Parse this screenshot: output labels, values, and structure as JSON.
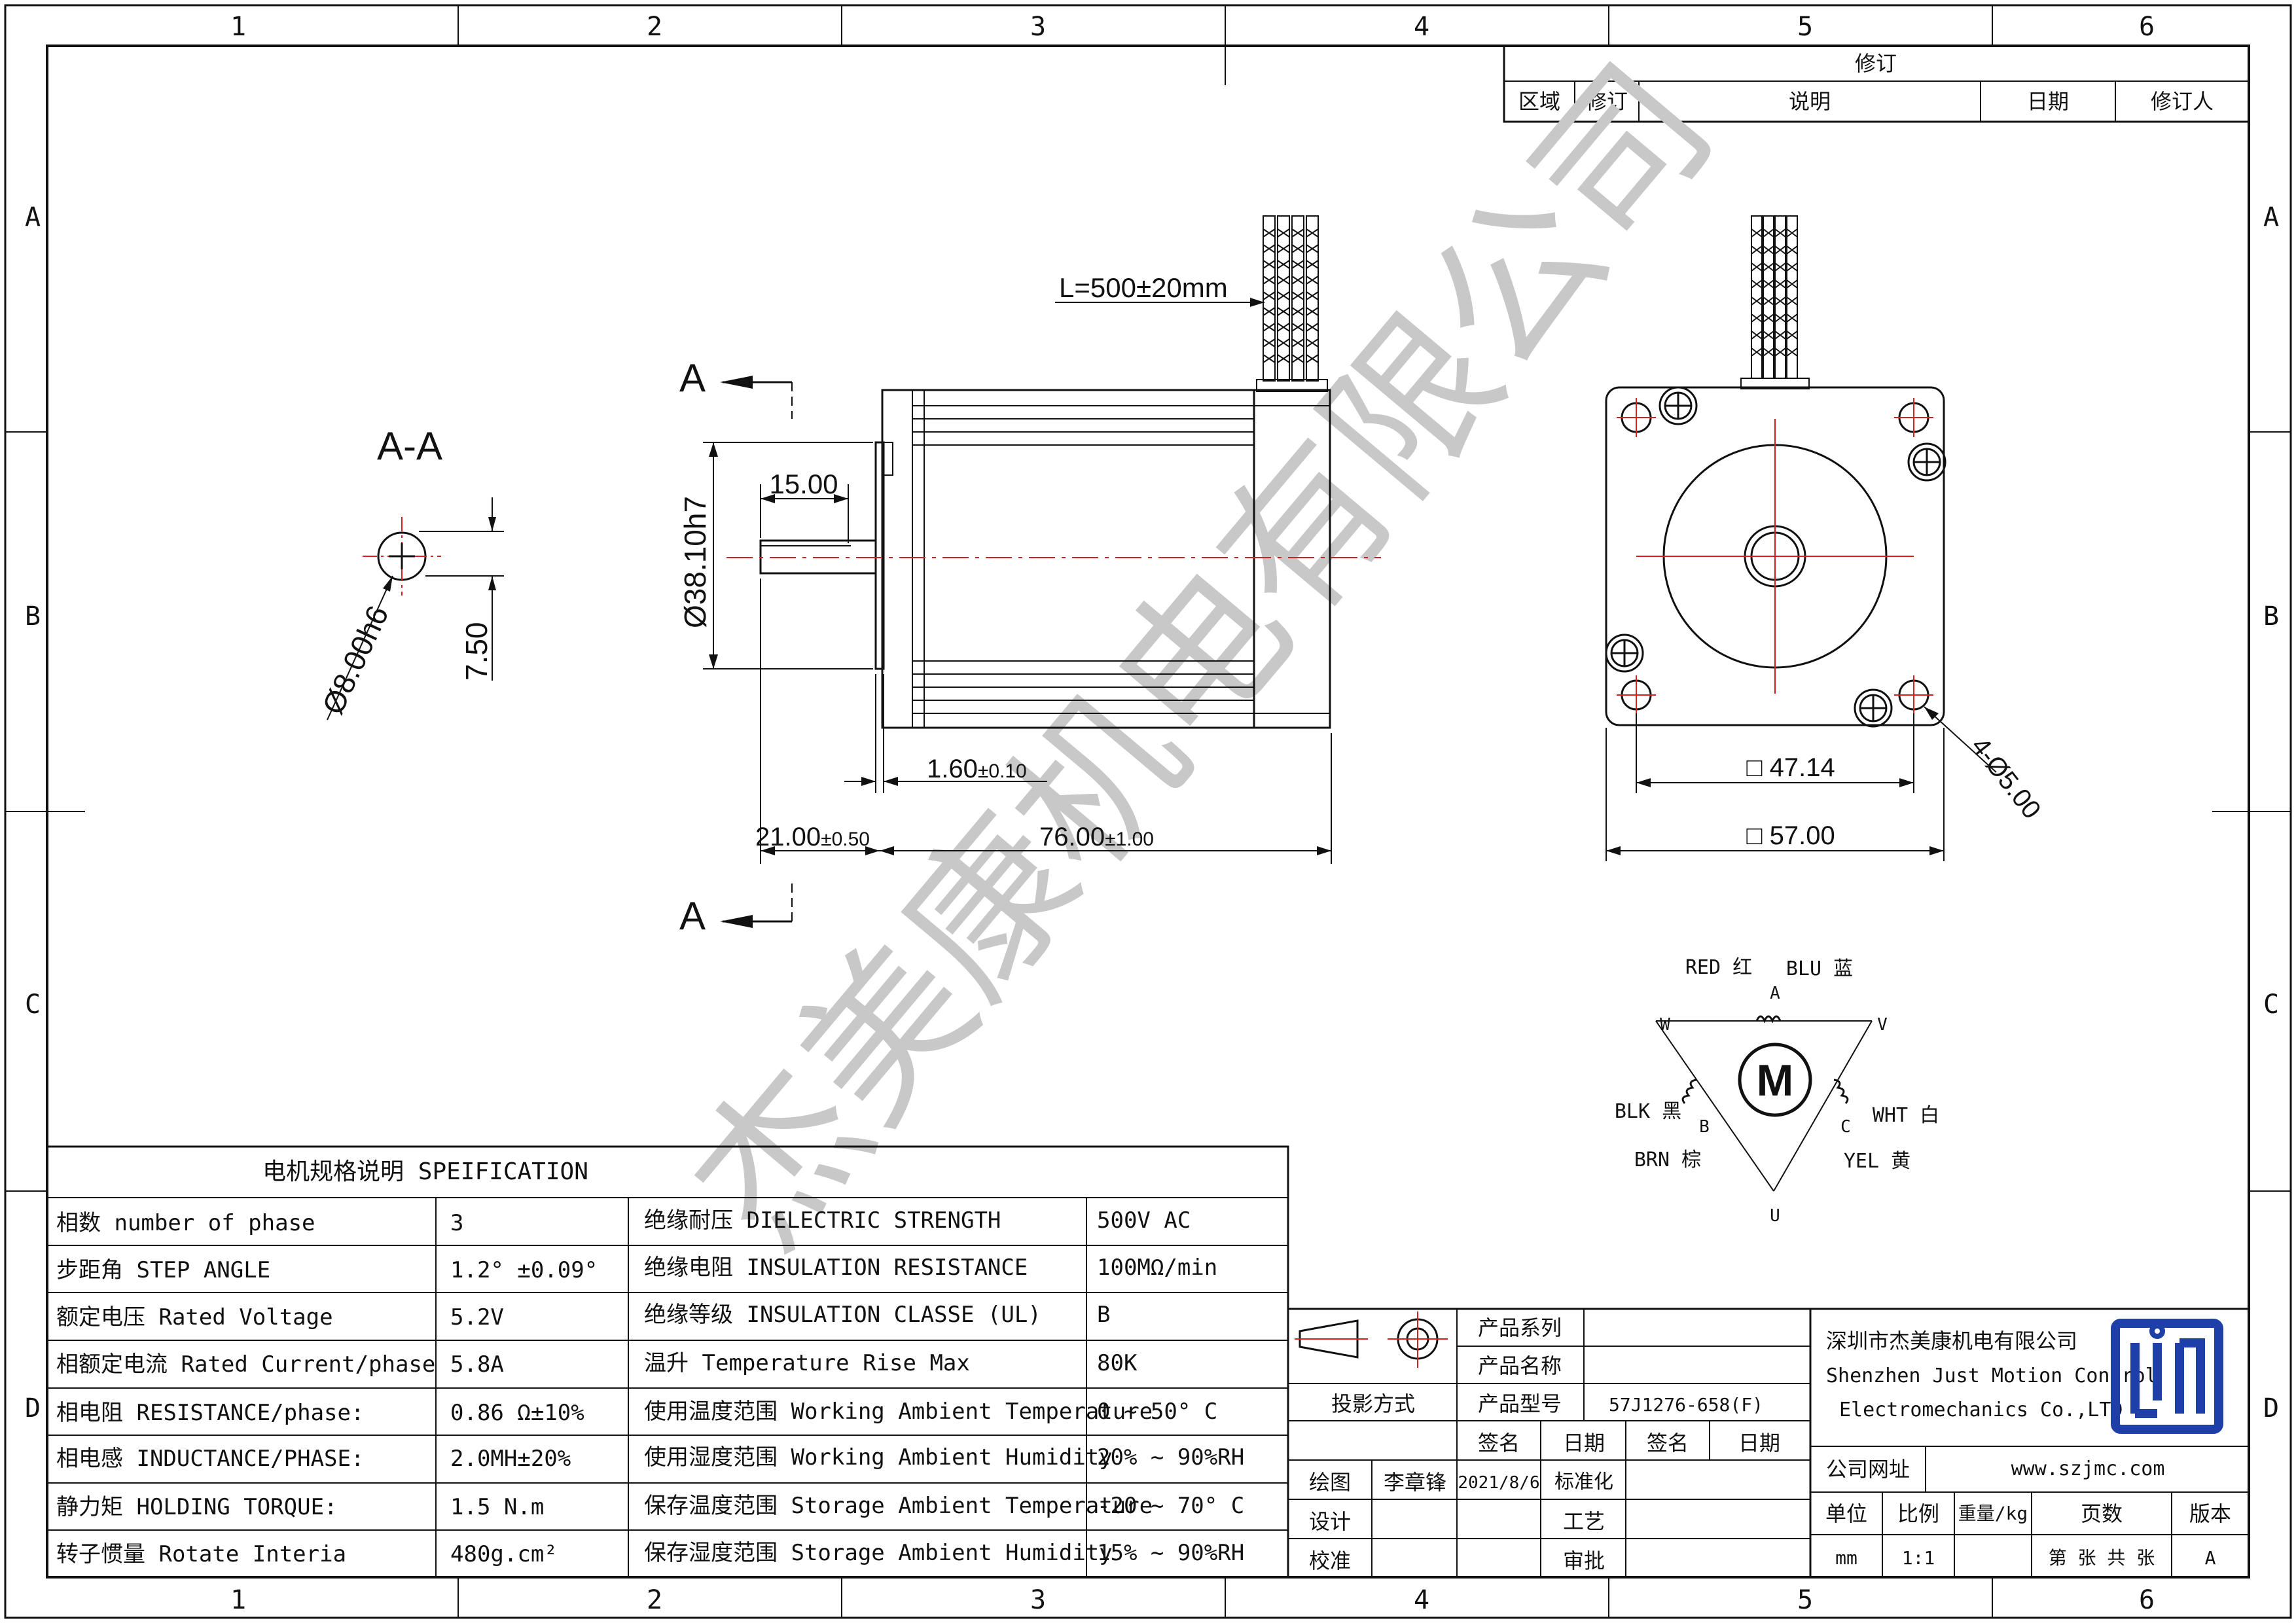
{
  "frame": {
    "columns": [
      "1",
      "2",
      "3",
      "4",
      "5",
      "6"
    ],
    "rows": [
      "A",
      "B",
      "C",
      "D"
    ]
  },
  "revision_table": {
    "title": "修订",
    "headers": [
      "区域",
      "修订",
      "说明",
      "日期",
      "修订人"
    ]
  },
  "section_label": "A-A",
  "cut_label": "A",
  "dimensions": {
    "shaft_diameter": "Ø8.00h6",
    "flat_depth": "7.50",
    "pilot_diameter": "Ø38.10h7",
    "flat_length": "15.00",
    "lead_length": "L=500±20mm",
    "flange_thickness": "1.60",
    "flange_thickness_tol": "±0.10",
    "shaft_length": "21.00",
    "shaft_length_tol": "±0.50",
    "body_length": "76.00",
    "body_length_tol": "±1.00",
    "hole_spacing": "□ 47.14",
    "flange_size": "□ 57.00",
    "holes": "4-Ø5.00"
  },
  "wiring": {
    "motor_symbol": "M",
    "labels": {
      "red": "RED 红",
      "blu": "BLU 蓝",
      "blk": "BLK 黑",
      "brn": "BRN 棕",
      "wht": "WHT 白",
      "yel": "YEL 黄"
    },
    "phases": {
      "a": "A",
      "b": "B",
      "c": "C",
      "u": "U",
      "v": "V",
      "w": "W"
    }
  },
  "spec_table": {
    "title": "电机规格说明 SPEIFICATION",
    "rows": [
      {
        "k1": "相数 number of phase",
        "v1": "3",
        "k2": "绝缘耐压 DIELECTRIC STRENGTH",
        "v2": "500V AC"
      },
      {
        "k1": "步距角 STEP ANGLE",
        "v1": "1.2° ±0.09°",
        "k2": "绝缘电阻 INSULATION RESISTANCE",
        "v2": "100MΩ/min"
      },
      {
        "k1": "额定电压 Rated Voltage",
        "v1": "5.2V",
        "k2": "绝缘等级 INSULATION CLASSE (UL)",
        "v2": "B"
      },
      {
        "k1": "相额定电流 Rated Current/phase",
        "v1": "5.8A",
        "k2": "温升 Temperature Rise Max",
        "v2": "80K"
      },
      {
        "k1": "相电阻 RESISTANCE/phase:",
        "v1": "0.86 Ω±10%",
        "k2": "使用温度范围 Working Ambient Temperature",
        "v2": "0 ~ 50° C"
      },
      {
        "k1": "相电感 INDUCTANCE/PHASE:",
        "v1": "2.0MH±20%",
        "k2": "使用湿度范围 Working Ambient Humidity",
        "v2": "20% ~ 90%RH"
      },
      {
        "k1": "静力矩 HOLDING TORQUE:",
        "v1": "1.5 N.m",
        "k2": "保存温度范围 Storage Ambient Temperature",
        "v2": "-20 ~ 70° C"
      },
      {
        "k1": "转子惯量 Rotate Interia",
        "v1": "480g.cm²",
        "k2": "保存湿度范围 Storage Ambient Humidity",
        "v2": "15% ~ 90%RH"
      }
    ]
  },
  "title_block": {
    "product_series_label": "产品系列",
    "product_name_label": "产品名称",
    "projection_label": "投影方式",
    "product_model_label": "产品型号",
    "product_model": "57J1276-658(F)",
    "sign_label": "签名",
    "date_label": "日期",
    "draw_label": "绘图",
    "drawer": "李章锋",
    "draw_date": "2021/8/6",
    "standard_label": "标准化",
    "design_label": "设计",
    "process_label": "工艺",
    "check_label": "校准",
    "approve_label": "审批",
    "company_cn": "深圳市杰美康机电有限公司",
    "company_en1": "Shenzhen Just Motion Control",
    "company_en2": "Electromechanics Co.,LTD",
    "website_label": "公司网址",
    "website": "www.szjmc.com",
    "unit_label": "单位",
    "scale_label": "比例",
    "weight_label": "重量/kg",
    "pages_label": "页数",
    "version_label": "版本",
    "unit": "mm",
    "scale": "1:1",
    "pages": "第 张 共 张",
    "version": "A",
    "brand_color": "#1f3fa8"
  },
  "watermark": "杰美康机电有限公司"
}
